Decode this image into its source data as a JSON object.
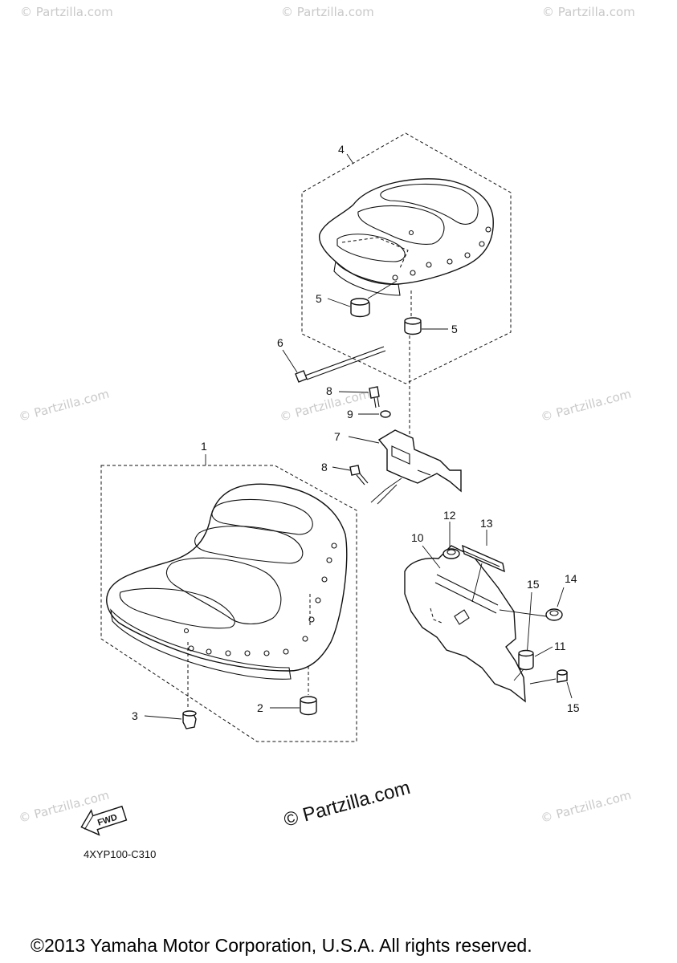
{
  "watermark": "© Partzilla.com",
  "watermark_main": "© Partzilla.com",
  "diagram_code": "4XYP100-C310",
  "fwd_label": "FWD",
  "copyright": "©2013 Yamaha Motor Corporation, U.S.A. All rights reserved.",
  "callouts": {
    "c1": "1",
    "c2": "2",
    "c3": "3",
    "c4": "4",
    "c5a": "5",
    "c5b": "5",
    "c6": "6",
    "c7": "7",
    "c8a": "8",
    "c8b": "8",
    "c9": "9",
    "c10": "10",
    "c11": "11",
    "c12": "12",
    "c13": "13",
    "c14": "14",
    "c15a": "15",
    "c15b": "15"
  }
}
